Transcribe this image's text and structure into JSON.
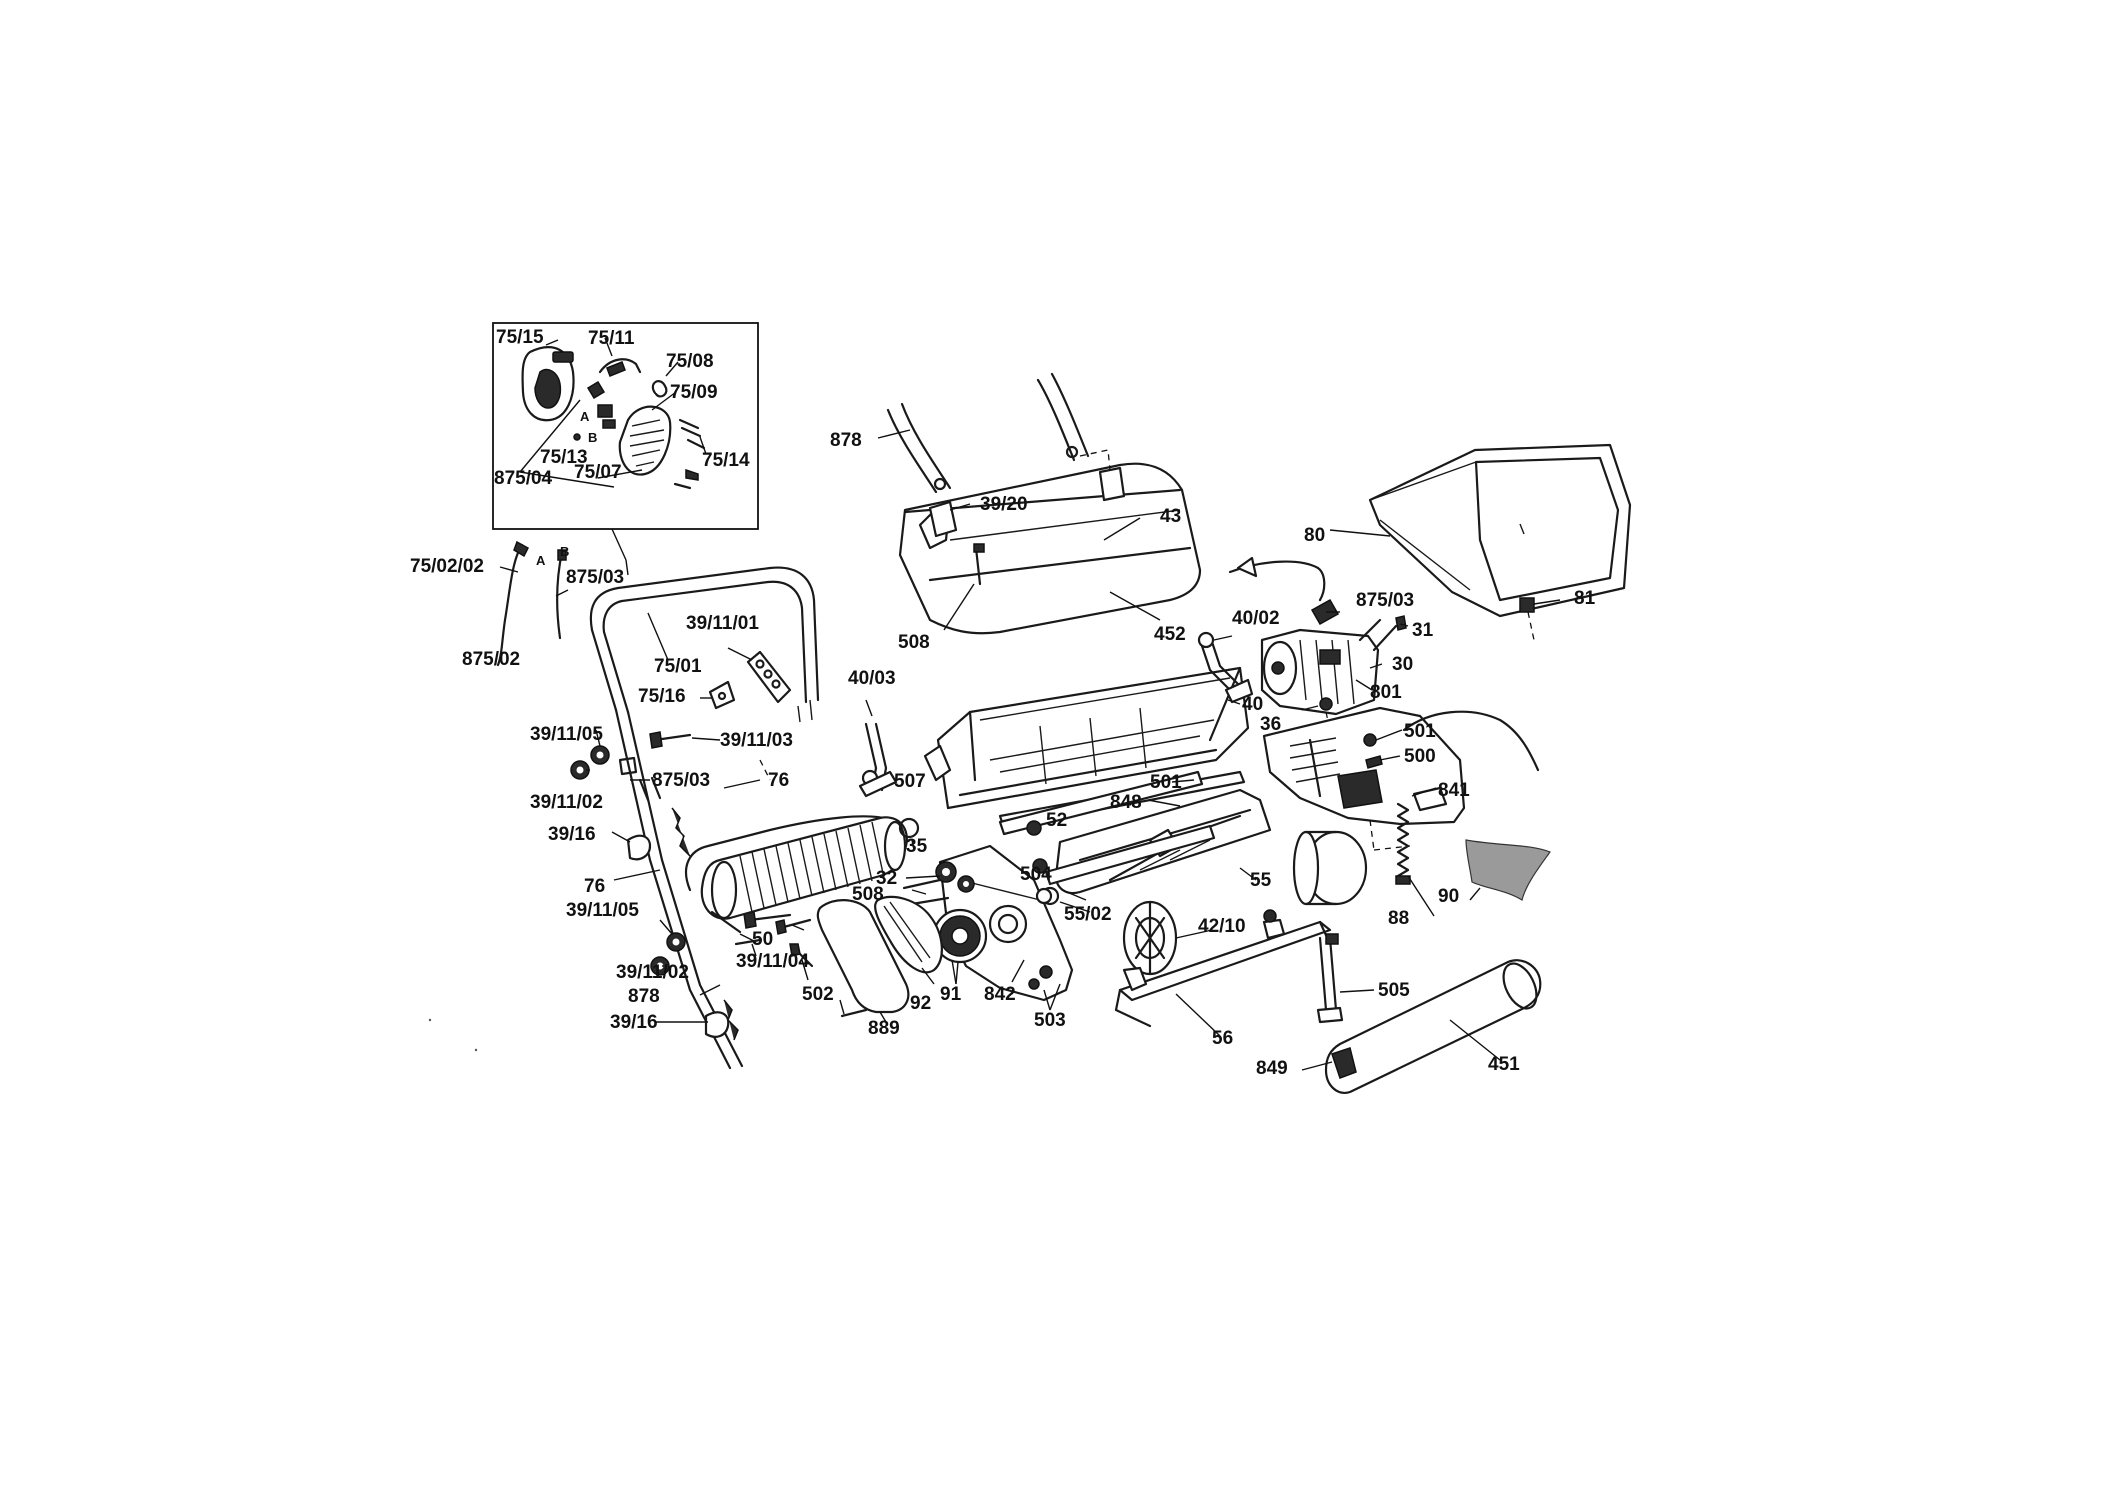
{
  "diagram": {
    "callouts": [
      "75/15",
      "75/11",
      "75/08",
      "75/09",
      "A",
      "B",
      "75/13",
      "75/14",
      "875/04",
      "75/07",
      "75/02/02",
      "A",
      "B",
      "875/03",
      "875/02",
      "878",
      "39/20",
      "43",
      "80",
      "508",
      "875/03",
      "81",
      "452",
      "40/02",
      "31",
      "39/11/01",
      "75/01",
      "30",
      "801",
      "75/16",
      "40/03",
      "40",
      "36",
      "501",
      "39/11/05",
      "39/11/03",
      "500",
      "875/03",
      "76",
      "507",
      "501",
      "841",
      "39/11/02",
      "52",
      "848",
      "39/16",
      "35",
      "90",
      "55",
      "76",
      "32",
      "508",
      "504",
      "39/11/05",
      "55/02",
      "88",
      "50",
      "42/10",
      "39/11/04",
      "39/11/02",
      "502",
      "92",
      "91",
      "842",
      "505",
      "878",
      "503",
      "39/16",
      "889",
      "56",
      "849",
      "451"
    ]
  }
}
